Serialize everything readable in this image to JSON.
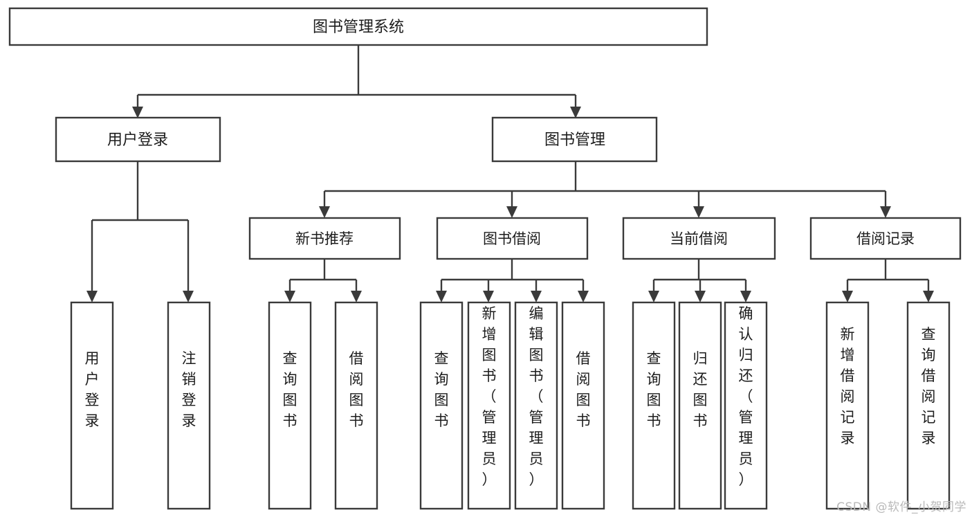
{
  "diagram": {
    "title": "图书管理系统",
    "type": "tree-hierarchy-diagram",
    "colors": {
      "box_stroke": "#3a3a3a",
      "box_fill": "#ffffff",
      "text": "#1c1c1c",
      "background": "#ffffff",
      "watermark": "#b9b9b9"
    },
    "root": {
      "label": "图书管理系统"
    },
    "level1": [
      {
        "label": "用户登录"
      },
      {
        "label": "图书管理"
      }
    ],
    "level2": [
      {
        "label": "新书推荐"
      },
      {
        "label": "图书借阅"
      },
      {
        "label": "当前借阅"
      },
      {
        "label": "借阅记录"
      }
    ],
    "leaves": {
      "user_login": [
        {
          "label": "用户登录"
        },
        {
          "label": "注销登录"
        }
      ],
      "new_book_recommend": [
        {
          "label": "查询图书"
        },
        {
          "label": "借阅图书"
        }
      ],
      "book_borrow": [
        {
          "label": "查询图书"
        },
        {
          "label": "新增图书（管理员）"
        },
        {
          "label": "编辑图书（管理员）"
        },
        {
          "label": "借阅图书"
        }
      ],
      "current_borrow": [
        {
          "label": "查询图书"
        },
        {
          "label": "归还图书"
        },
        {
          "label": "确认归还（管理员）"
        }
      ],
      "borrow_records": [
        {
          "label": "新增借阅记录"
        },
        {
          "label": "查询借阅记录"
        }
      ]
    }
  },
  "watermark": {
    "text": "CSDN @软件_小贺同学"
  }
}
